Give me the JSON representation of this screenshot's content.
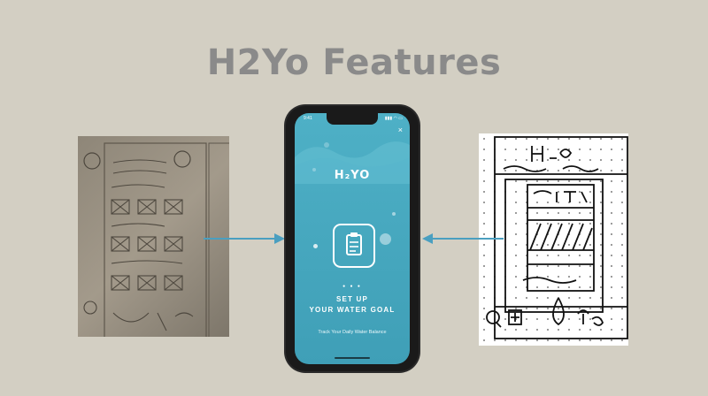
{
  "slide": {
    "title": "H2Yo Features"
  },
  "phone": {
    "status_time": "9:41",
    "status_icons": "▮▮▮ ◠ ▭",
    "close": "×",
    "logo": "H₂YO",
    "pager": "● ● ●",
    "headline_line1": "SET UP",
    "headline_line2": "YOUR WATER GOAL",
    "subhead": "Track Your Daily Water Balance"
  },
  "colors": {
    "background": "#d3cfc3",
    "title": "#8a8a8a",
    "screen": "#4eb0c6",
    "arrow": "#4a9fc0"
  },
  "icons": [
    "clipboard-icon",
    "close-icon",
    "arrow-right-icon",
    "arrow-left-icon"
  ]
}
